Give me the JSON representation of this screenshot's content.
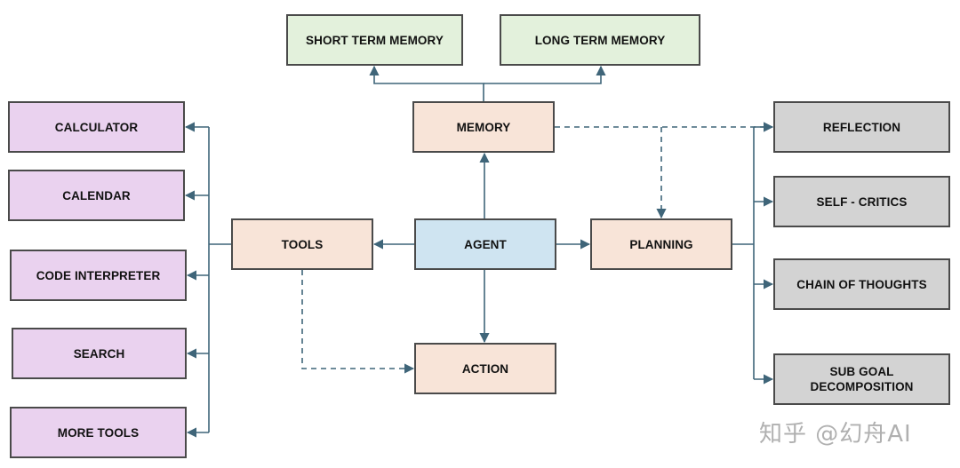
{
  "nodes": {
    "short_term_memory": "SHORT TERM MEMORY",
    "long_term_memory": "LONG TERM MEMORY",
    "memory": "MEMORY",
    "tools": "TOOLS",
    "agent": "AGENT",
    "planning": "PLANNING",
    "action": "ACTION",
    "calculator": "CALCULATOR",
    "calendar": "CALENDAR",
    "code_interpreter": "CODE INTERPRETER",
    "search": "SEARCH",
    "more_tools": "MORE TOOLS",
    "reflection": "REFLECTION",
    "self_critics": "SELF - CRITICS",
    "chain_of_thoughts": "CHAIN OF THOUGHTS",
    "sub_goal_decomposition": "SUB GOAL\nDECOMPOSITION"
  },
  "watermark": "知乎 @幻舟AI",
  "colors": {
    "memory_store": "#e3f1dc",
    "module": "#f8e4d8",
    "agent": "#cfe4f1",
    "tool": "#ead2ef",
    "planning_method": "#d3d3d3",
    "connector": "#3f6579"
  }
}
